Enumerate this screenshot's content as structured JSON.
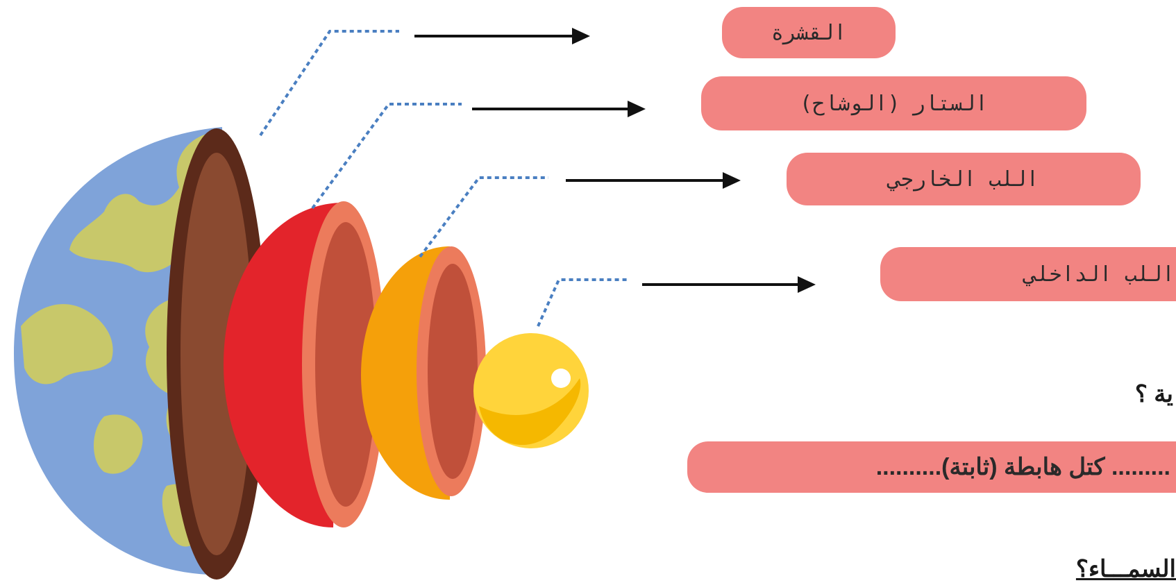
{
  "labels": {
    "crust": "القشرة",
    "mantle": "الستار (الوشاح)",
    "outer_core": "اللب الخارجي",
    "inner_core": "اللب الداخلي"
  },
  "answer_text": "......... كتل هابطة (ثابتة)..........",
  "question_fragment_1": "ية ؟",
  "question_fragment_2": "السمـــاء؟",
  "colors": {
    "pill": "#f28482",
    "ocean": "#7fa3d9",
    "land": "#c8c86a",
    "crust_outer": "#5c2a1a",
    "crust_inner": "#8a4a30",
    "mantle": "#e3242b",
    "outer_core": "#f5a00a",
    "shell_rim": "#ec7b5c",
    "shell_inner": "#c0503a",
    "inner_core": "#ffd43b",
    "leader_line": "#4a7fc1",
    "arrow": "#111111"
  }
}
